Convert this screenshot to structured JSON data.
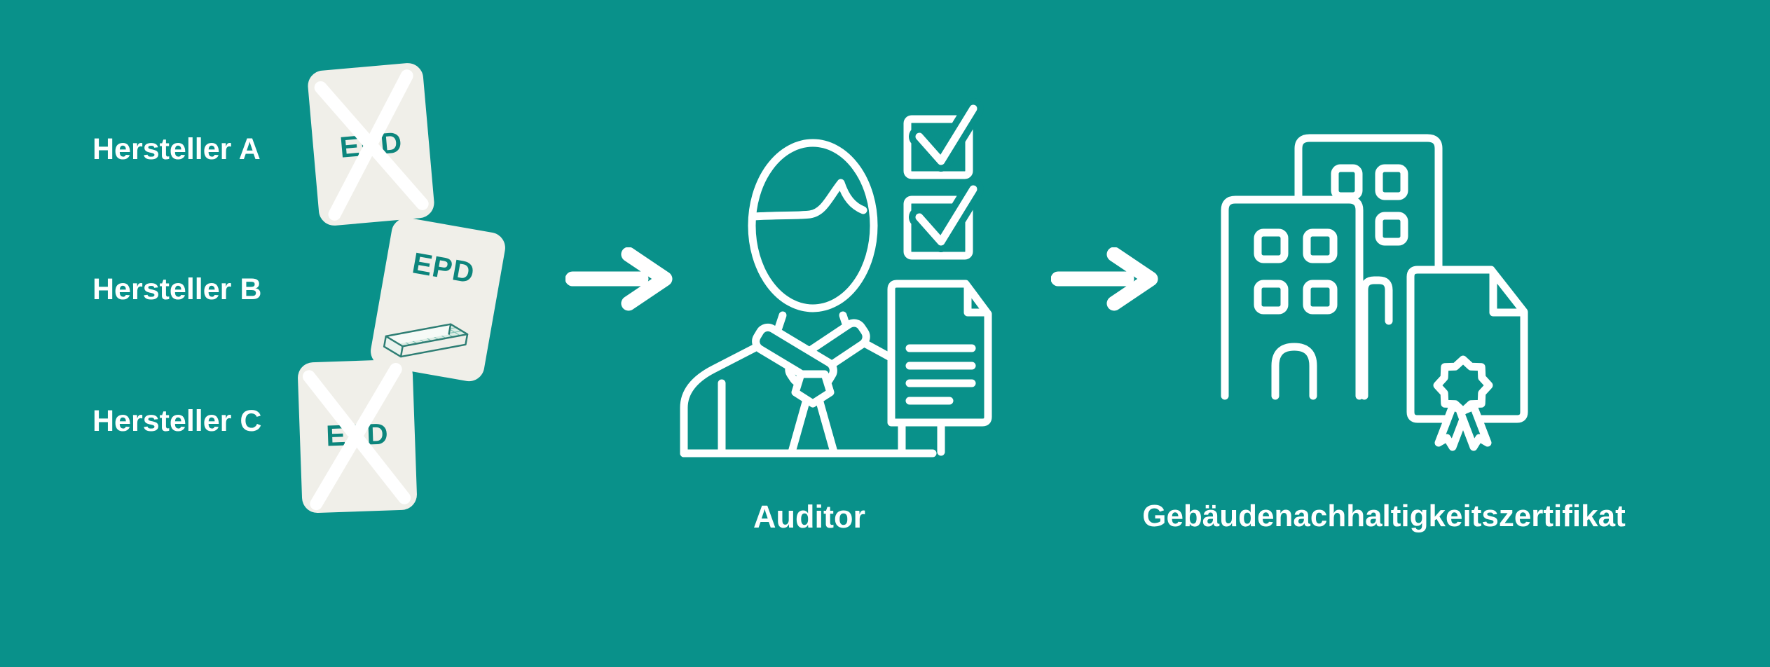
{
  "diagram": {
    "background_color": "#09918A",
    "card_color": "#F0EFE9",
    "epd_text_color": "#0C857C",
    "line_color": "#FFFFFF"
  },
  "manufacturers": {
    "a": {
      "label": "Hersteller A",
      "card_text": "EPD",
      "crossed_out": true
    },
    "b": {
      "label": "Hersteller B",
      "card_text": "EPD",
      "crossed_out": false
    },
    "c": {
      "label": "Hersteller C",
      "card_text": "EPD",
      "crossed_out": true
    }
  },
  "captions": {
    "auditor": "Auditor",
    "certificate": "Gebäudenachhaltigkeitszertifikat"
  },
  "icons": [
    "cross-icon",
    "material-beam-icon",
    "arrow-right-icon",
    "auditor-person-icon",
    "checklist-icon",
    "report-document-icon",
    "buildings-icon",
    "certificate-document-icon",
    "rosette-seal-icon"
  ]
}
